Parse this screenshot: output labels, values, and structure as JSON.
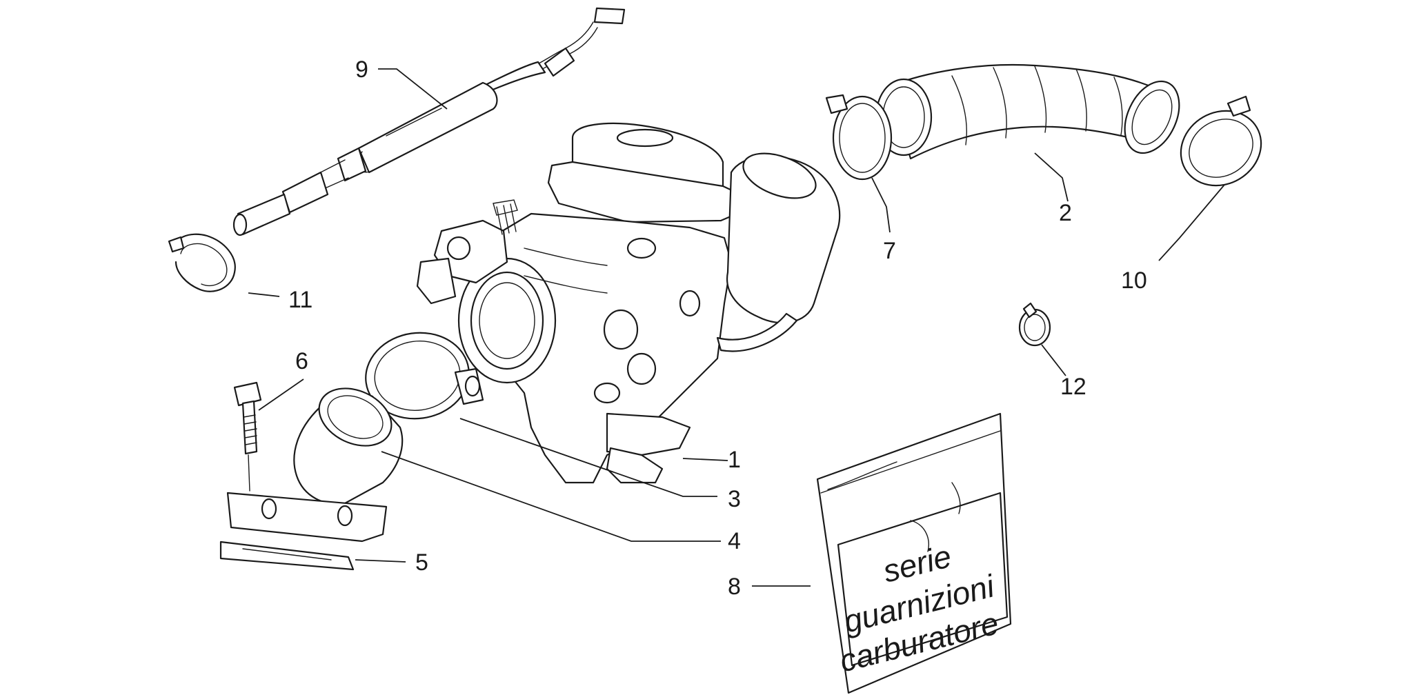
{
  "diagram": {
    "callouts": [
      "1",
      "2",
      "3",
      "4",
      "5",
      "6",
      "7",
      "8",
      "9",
      "10",
      "11",
      "12"
    ],
    "gasket_kit_label": [
      "serie",
      "guarnizioni",
      "carburatore"
    ]
  }
}
